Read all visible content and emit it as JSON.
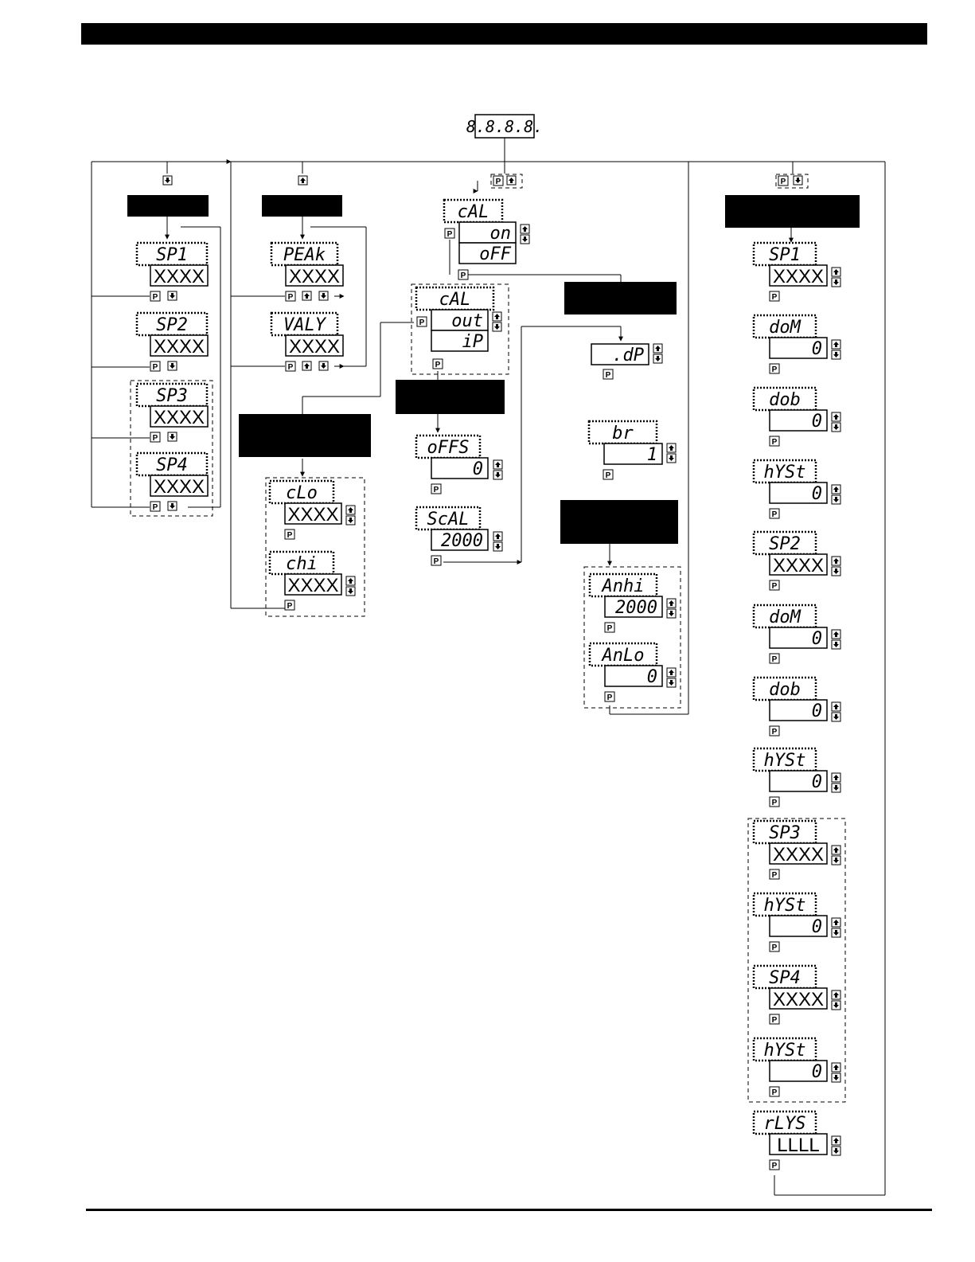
{
  "startup_display": "8.8.8.8.",
  "key_icons": {
    "p": "P",
    "up": "up-arrow-icon",
    "down": "down-arrow-icon"
  },
  "setpoint_menu": {
    "items": [
      {
        "label": "SP1",
        "value": "XXXX"
      },
      {
        "label": "SP2",
        "value": "XXXX"
      },
      {
        "label": "SP3",
        "value": "XXXX"
      },
      {
        "label": "SP4",
        "value": "XXXX"
      }
    ]
  },
  "peak_valley_menu": {
    "items": [
      {
        "label": "PEAk",
        "value": "XXXX"
      },
      {
        "label": "VALY",
        "value": "XXXX"
      }
    ]
  },
  "clear_menu": {
    "items": [
      {
        "label": "cLo",
        "value": "XXXX"
      },
      {
        "label": "chi",
        "value": "XXXX"
      }
    ]
  },
  "calibration": {
    "label": "cAL",
    "options": [
      "on",
      "oFF"
    ],
    "sub_label": "cAL",
    "sub_options": [
      "out",
      "iP"
    ]
  },
  "offset_scale": {
    "items": [
      {
        "label": "oFFS",
        "value": "0"
      },
      {
        "label": "ScAL",
        "value": "2000"
      }
    ]
  },
  "display_setup": {
    "items": [
      {
        "label": ".dP",
        "value": ""
      },
      {
        "label": "br",
        "value": "1"
      }
    ]
  },
  "analog_output": {
    "items": [
      {
        "label": "Anhi",
        "value": "2000"
      },
      {
        "label": "AnLo",
        "value": "0"
      }
    ]
  },
  "relay_setup": {
    "items": [
      {
        "label": "SP1",
        "value": "XXXX"
      },
      {
        "label": "doM",
        "value": "0"
      },
      {
        "label": "dob",
        "value": "0"
      },
      {
        "label": "hYSt",
        "value": "0"
      },
      {
        "label": "SP2",
        "value": "XXXX"
      },
      {
        "label": "doM",
        "value": "0"
      },
      {
        "label": "dob",
        "value": "0"
      },
      {
        "label": "hYSt",
        "value": "0"
      },
      {
        "label": "SP3",
        "value": "XXXX"
      },
      {
        "label": "hYSt",
        "value": "0"
      },
      {
        "label": "SP4",
        "value": "XXXX"
      },
      {
        "label": "hYSt",
        "value": "0"
      },
      {
        "label": "rLYS",
        "value": "LLLL"
      }
    ]
  }
}
